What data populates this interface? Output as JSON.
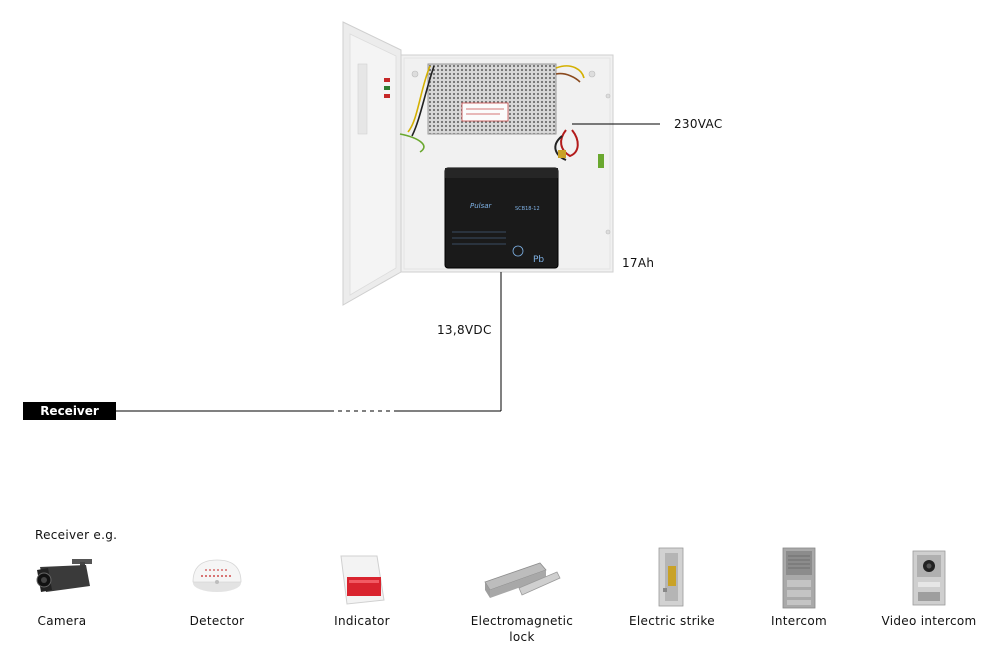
{
  "labels": {
    "mains": "230VAC",
    "battery_capacity": "17Ah",
    "output_voltage": "13,8VDC",
    "receiver": "Receiver",
    "receiver_examples": "Receiver e.g."
  },
  "battery": {
    "brand": "Pulsar",
    "model": "SCB18-12",
    "mark": "Pb"
  },
  "devices": [
    {
      "name": "camera",
      "label": "Camera"
    },
    {
      "name": "detector",
      "label": "Detector"
    },
    {
      "name": "indicator",
      "label": "Indicator"
    },
    {
      "name": "electromagnetic-lock",
      "label_line1": "Electromagnetic",
      "label_line2": "lock"
    },
    {
      "name": "electric-strike",
      "label": "Electric strike"
    },
    {
      "name": "intercom",
      "label": "Intercom"
    },
    {
      "name": "video-intercom",
      "label": "Video intercom"
    }
  ],
  "colors": {
    "enclosure": "#f1f1f1",
    "battery": "#1a1a1a",
    "receiver_box": "#000000",
    "indicator_red": "#d9232e"
  }
}
